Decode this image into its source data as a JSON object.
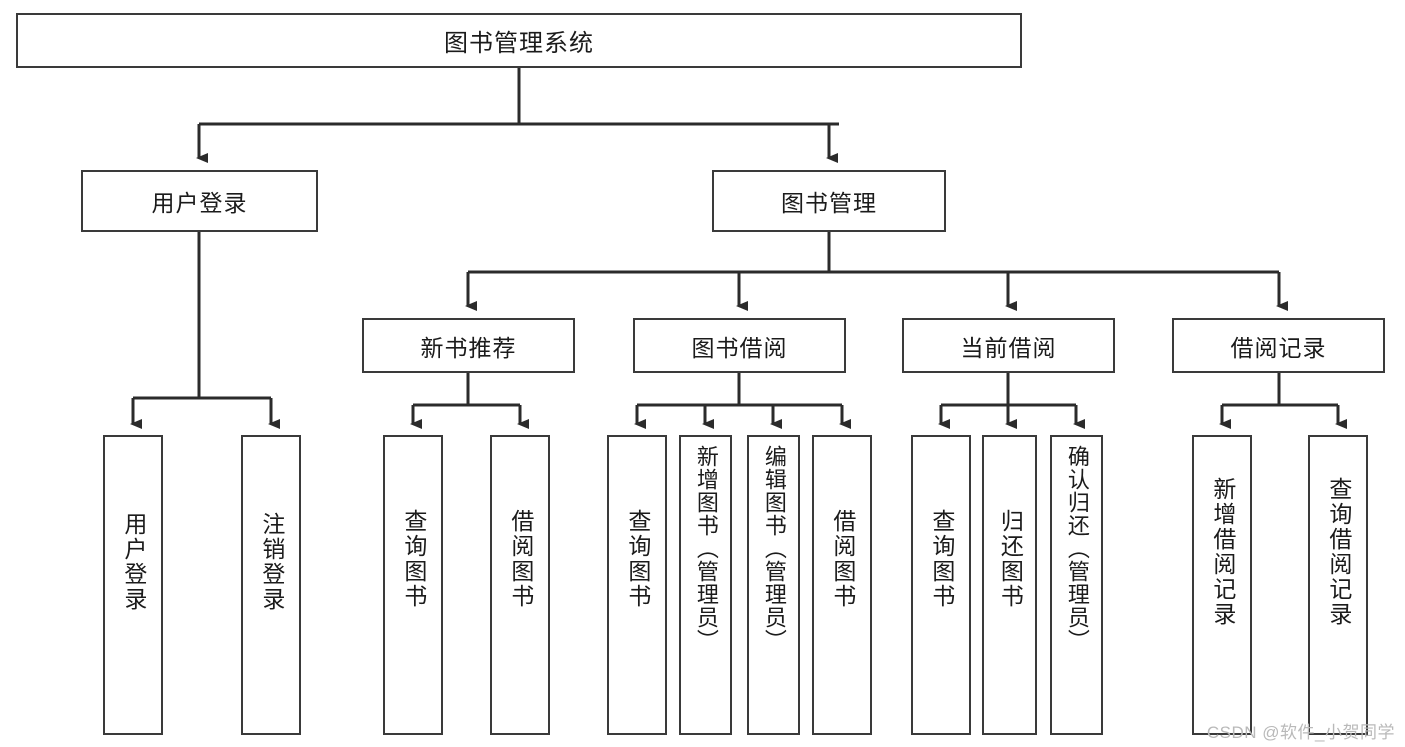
{
  "diagram": {
    "title": "图书管理系统",
    "type": "tree-hierarchy-chart",
    "watermark": "CSDN @软件_小贺同学",
    "colors": {
      "box_border": "#3a3a3a",
      "box_fill": "#ffffff",
      "edge": "#2b2b2b",
      "text": "#1b1b1b",
      "watermark": "#b9b9b9"
    },
    "root": {
      "label": "图书管理系统"
    },
    "branches": [
      {
        "id": "user-login",
        "label": "用户登录"
      },
      {
        "id": "book-manage",
        "label": "图书管理"
      },
      {
        "id": "new-book-recommend",
        "label": "新书推荐"
      },
      {
        "id": "book-borrow",
        "label": "图书借阅"
      },
      {
        "id": "current-borrow",
        "label": "当前借阅"
      },
      {
        "id": "borrow-record",
        "label": "借阅记录"
      }
    ],
    "leaves": [
      {
        "id": "leaf-user-login",
        "parent": "user-login",
        "label": "用户登录"
      },
      {
        "id": "leaf-logout",
        "parent": "user-login",
        "label": "注销登录"
      },
      {
        "id": "leaf-query-book-1",
        "parent": "new-book-recommend",
        "label": "查询图书"
      },
      {
        "id": "leaf-borrow-book-1",
        "parent": "new-book-recommend",
        "label": "借阅图书"
      },
      {
        "id": "leaf-query-book-2",
        "parent": "book-borrow",
        "label": "查询图书"
      },
      {
        "id": "leaf-add-book",
        "parent": "book-borrow",
        "label": "新增图书（管理员）"
      },
      {
        "id": "leaf-edit-book",
        "parent": "book-borrow",
        "label": "编辑图书（管理员）"
      },
      {
        "id": "leaf-borrow-book-2",
        "parent": "book-borrow",
        "label": "借阅图书"
      },
      {
        "id": "leaf-query-book-3",
        "parent": "current-borrow",
        "label": "查询图书"
      },
      {
        "id": "leaf-return-book",
        "parent": "current-borrow",
        "label": "归还图书"
      },
      {
        "id": "leaf-confirm-return",
        "parent": "current-borrow",
        "label": "确认归还（管理员）"
      },
      {
        "id": "leaf-add-record",
        "parent": "borrow-record",
        "label": "新增借阅记录"
      },
      {
        "id": "leaf-query-record",
        "parent": "borrow-record",
        "label": "查询借阅记录"
      }
    ]
  }
}
